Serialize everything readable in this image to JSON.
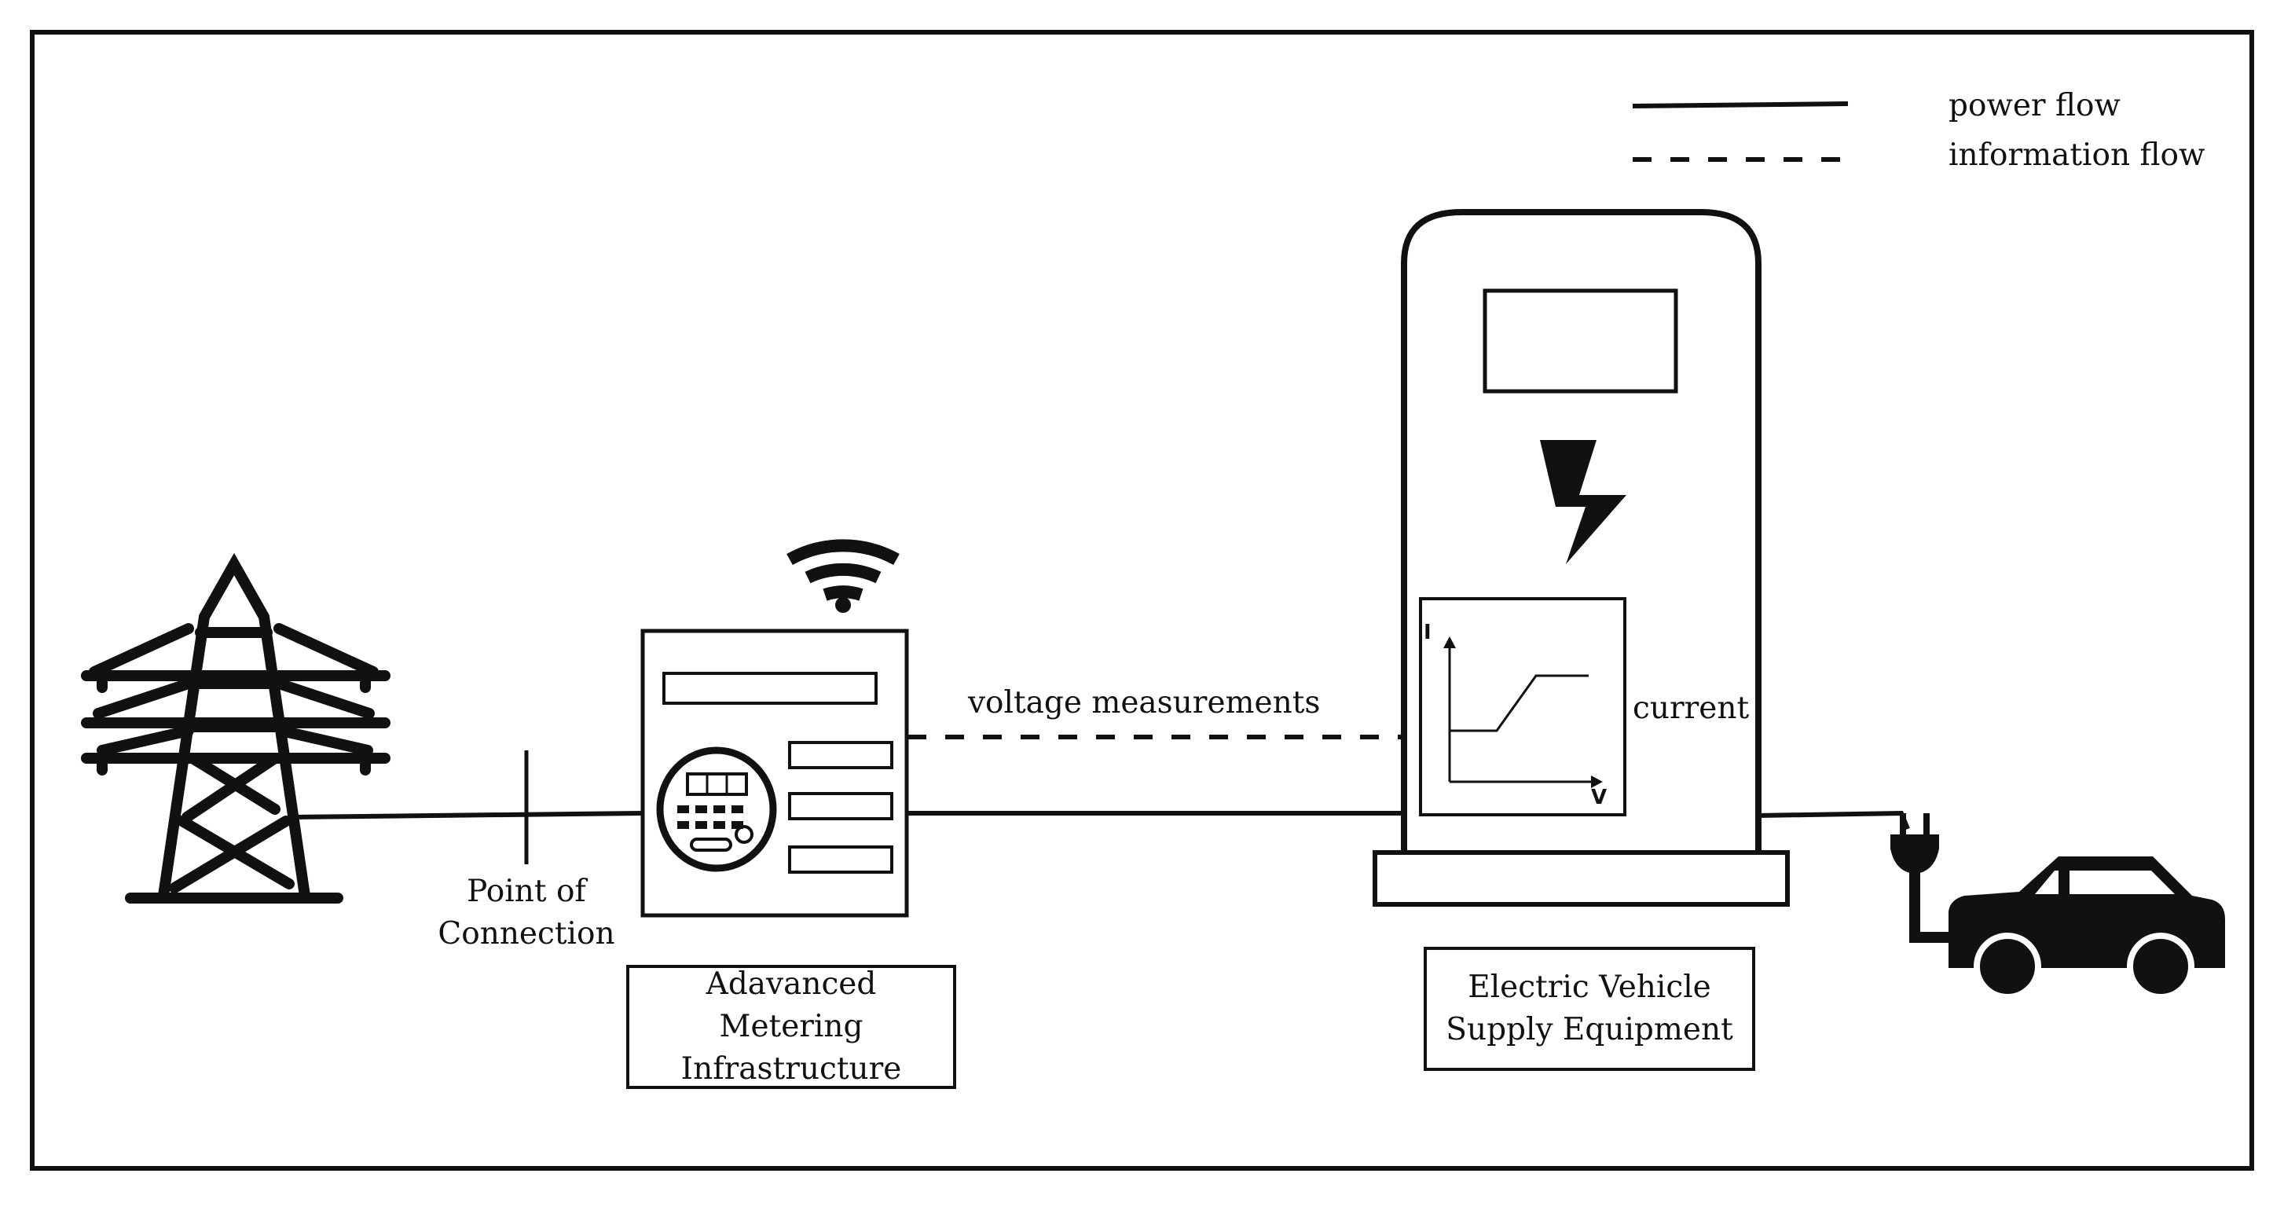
{
  "legend": {
    "power_flow": "power flow",
    "information_flow": "information flow"
  },
  "labels": {
    "point_of_connection_line1": "Point of",
    "point_of_connection_line2": "Connection",
    "voltage_measurements": "voltage measurements",
    "current": "current"
  },
  "boxes": {
    "ami_line1": "Adavanced Metering",
    "ami_line2": "Infrastructure",
    "evse_line1": "Electric Vehicle",
    "evse_line2": "Supply Equipment"
  },
  "iv_curve": {
    "y_axis": "I",
    "x_axis": "V"
  },
  "icons": [
    "transmission-tower-icon",
    "wifi-icon",
    "smart-meter-icon",
    "lightning-bolt-icon",
    "plug-icon",
    "car-icon"
  ],
  "colors": {
    "stroke": "#111111",
    "background": "#ffffff"
  }
}
